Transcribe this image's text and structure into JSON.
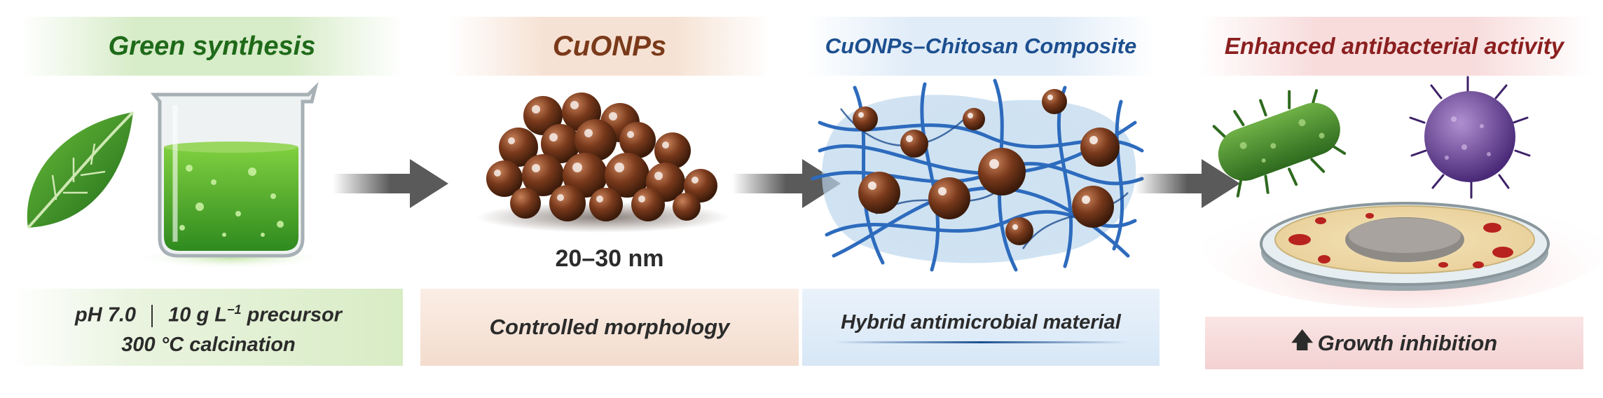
{
  "stages": [
    {
      "title": "Green synthesis",
      "params": {
        "ph": "pH 7.0",
        "precursor_prefix": "10 g L",
        "precursor_exp": "−1",
        "precursor_suffix": " precursor",
        "calcination": "300 °C calcination"
      }
    },
    {
      "title": "CuONPs",
      "size": "20–30 nm",
      "caption": "Controlled morphology"
    },
    {
      "title": "CuONPs–Chitosan Composite",
      "caption": "Hybrid antimicrobial material"
    },
    {
      "title": "Enhanced antibacterial activity",
      "caption": "Growth inhibition",
      "caption_icon": "up-arrow-icon"
    }
  ],
  "colors": {
    "green_title": "#1f6a1a",
    "brown_title": "#7a3a1a",
    "blue_title": "#1c4f8f",
    "red_title": "#8b1f1f",
    "arrow": "#5a5a5a"
  }
}
